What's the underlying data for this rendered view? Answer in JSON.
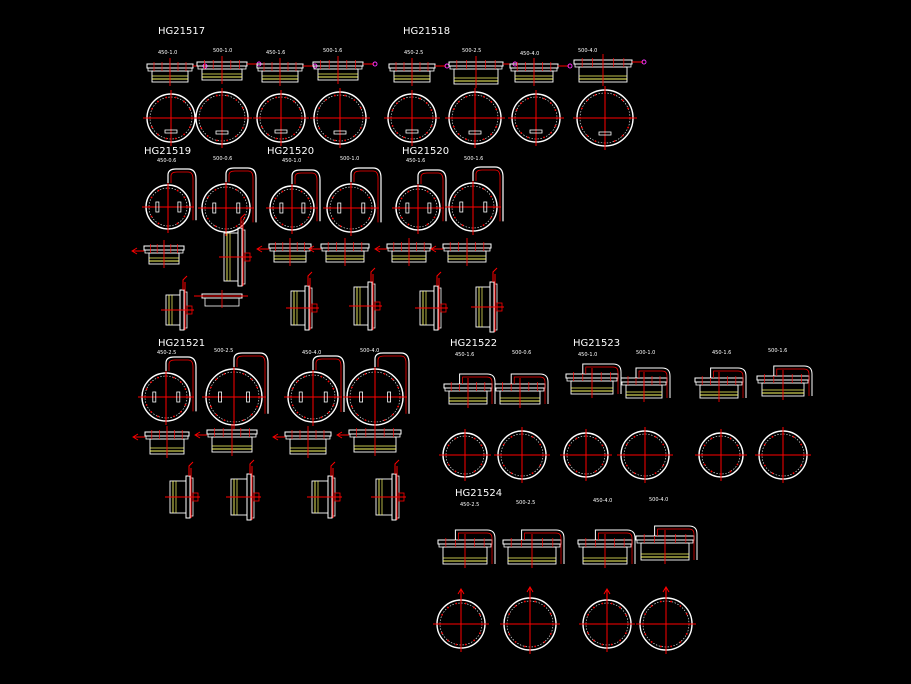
{
  "colors": {
    "background": "#000000",
    "white": "#ffffff",
    "red": "#ff0000",
    "yellow": "#ffff66",
    "magenta": "#ff33ff"
  },
  "groups": [
    {
      "id": "HG21517",
      "title": "HG21517",
      "kind": "top",
      "labels": [
        "450-1.0",
        "500-1.0",
        "450-1.6",
        "500-1.6"
      ]
    },
    {
      "id": "HG21518",
      "title": "HG21518",
      "kind": "top",
      "labels": [
        "450-2.5",
        "500-2.5",
        "450-4.0",
        "500-4.0"
      ]
    },
    {
      "id": "HG21519",
      "title": "HG21519",
      "kind": "side",
      "labels": [
        "450-0.6",
        "500-0.6"
      ]
    },
    {
      "id": "HG21520a",
      "title": "HG21520",
      "kind": "side",
      "labels": [
        "450-1.0",
        "500-1.0"
      ]
    },
    {
      "id": "HG21520b",
      "title": "HG21520",
      "kind": "side",
      "labels": [
        "450-1.6",
        "500-1.6"
      ]
    },
    {
      "id": "HG21521",
      "title": "HG21521",
      "kind": "side-big",
      "labels": [
        "450-2.5",
        "500-2.5",
        "450-4.0",
        "500-4.0"
      ]
    },
    {
      "id": "HG21522",
      "title": "HG21522",
      "kind": "hinge",
      "labels": [
        "450-1.6",
        "500-0.6"
      ]
    },
    {
      "id": "HG21523",
      "title": "HG21523",
      "kind": "hinge",
      "labels": [
        "450-1.0",
        "500-1.0",
        "450-1.6",
        "500-1.6"
      ]
    },
    {
      "id": "HG21524",
      "title": "HG21524",
      "kind": "hinge",
      "labels": [
        "450-2.5",
        "500-2.5",
        "450-4.0",
        "500-4.0"
      ]
    }
  ]
}
